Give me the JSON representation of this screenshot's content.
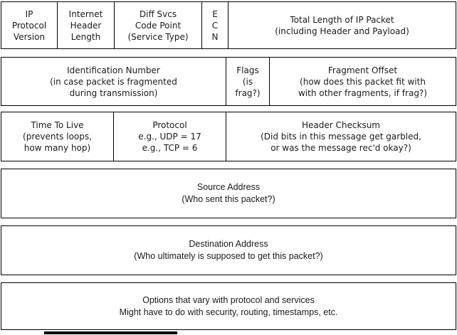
{
  "diagram": {
    "subject": "IP packet header fields",
    "colors": {
      "background": "#ffffff",
      "border": "#000000",
      "text": "#1a1a1a",
      "bottom_bar": "#000000"
    },
    "rows": [
      {
        "cells": [
          {
            "field": "version",
            "lines": [
              "IP",
              "Protocol",
              "Version"
            ]
          },
          {
            "field": "ihl",
            "lines": [
              "Internet",
              "Header",
              "Length"
            ]
          },
          {
            "field": "dscp",
            "lines": [
              "Diff Svcs",
              "Code Point",
              "(Service Type)"
            ]
          },
          {
            "field": "ecn",
            "lines": [
              "E",
              "C",
              "N"
            ]
          },
          {
            "field": "total_length",
            "lines": [
              "Total Length of IP Packet",
              "(including Header and Payload)"
            ]
          }
        ]
      },
      {
        "cells": [
          {
            "field": "identification",
            "lines": [
              "Identification Number",
              "(in case packet is fragmented",
              "during transmission)"
            ]
          },
          {
            "field": "flags",
            "lines": [
              "Flags",
              "(is",
              "frag?)"
            ]
          },
          {
            "field": "fragment_offset",
            "lines": [
              "Fragment Offset",
              "(how does this packet fit with",
              "with other fragments, if frag?)"
            ]
          }
        ]
      },
      {
        "cells": [
          {
            "field": "ttl",
            "lines": [
              "Time To Live",
              "(prevents loops,",
              "how many hop)"
            ]
          },
          {
            "field": "protocol",
            "lines": [
              "Protocol",
              "e.g., UDP = 17",
              "e.g., TCP = 6"
            ]
          },
          {
            "field": "header_checksum",
            "lines": [
              "Header Checksum",
              "(Did bits in this message get garbled,",
              "or was the message rec'd okay?)"
            ]
          }
        ]
      },
      {
        "cells": [
          {
            "field": "source_address",
            "lines": [
              "Source Address",
              "(Who sent this packet?)"
            ]
          }
        ]
      },
      {
        "cells": [
          {
            "field": "destination_address",
            "lines": [
              "Destination Address",
              "(Who ultimately is supposed to get this packet?)"
            ]
          }
        ]
      },
      {
        "cells": [
          {
            "field": "options",
            "lines": [
              "Options that vary with protocol and services",
              "Might have to do with security, routing, timestamps, etc."
            ]
          }
        ]
      }
    ]
  }
}
